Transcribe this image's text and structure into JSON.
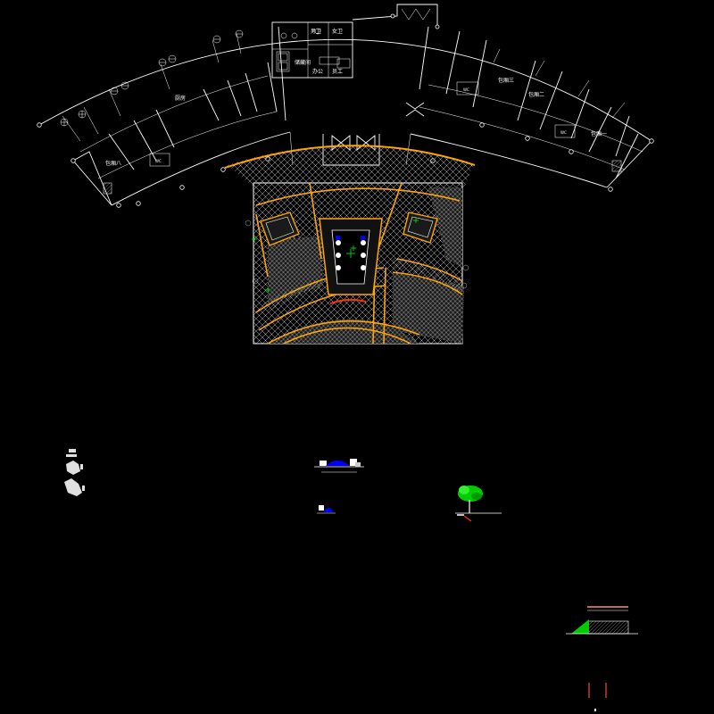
{
  "drawing": {
    "background": "#000000",
    "colors": {
      "wall": "#ffffff",
      "paving_edge": "#ffa500",
      "accent_red": "#ff3300",
      "fixture_blue": "#0000ff",
      "plant_green": "#00cc00",
      "grid": "#cfcfcf"
    },
    "room_labels": {
      "kitchen": "厨房",
      "private_room_8": "包厢八",
      "private_room_1": "包厢一",
      "private_room_2": "包厢二",
      "private_room_3": "包厢三",
      "mens_wc": "男卫",
      "womens_wc": "女卫",
      "storage": "储藏间",
      "office": "办公",
      "staff": "员工",
      "wc_small": "WC"
    }
  }
}
